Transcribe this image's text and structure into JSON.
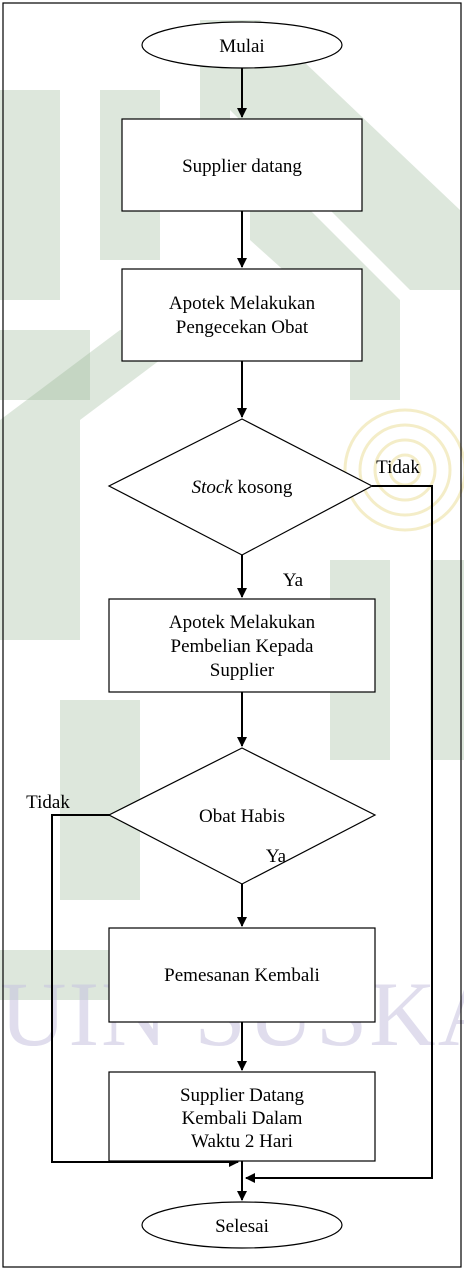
{
  "diagram": {
    "nodes": {
      "start": {
        "lines": [
          "Mulai"
        ]
      },
      "n1": {
        "lines": [
          "Supplier datang"
        ]
      },
      "n2": {
        "lines": [
          "Apotek Melakukan",
          "Pengecekan Obat"
        ]
      },
      "d1": {
        "lines": [
          "Stock kosong"
        ],
        "italic_word": "Stock",
        "rest": " kosong"
      },
      "n3": {
        "lines": [
          "Apotek Melakukan",
          "Pembelian Kepada",
          "Supplier"
        ]
      },
      "d2": {
        "lines": [
          "Obat Habis"
        ]
      },
      "n4": {
        "lines": [
          "Pemesanan Kembali"
        ]
      },
      "n5": {
        "lines": [
          "Supplier Datang",
          "Kembali Dalam",
          "Waktu 2 Hari"
        ]
      },
      "end": {
        "lines": [
          "Selesai"
        ]
      }
    },
    "edge_labels": {
      "d1_no": "Tidak",
      "d1_yes": "Ya",
      "d2_no": "Tidak",
      "d2_yes": "Ya"
    },
    "watermark": {
      "text": "UIN SUSKA"
    }
  }
}
